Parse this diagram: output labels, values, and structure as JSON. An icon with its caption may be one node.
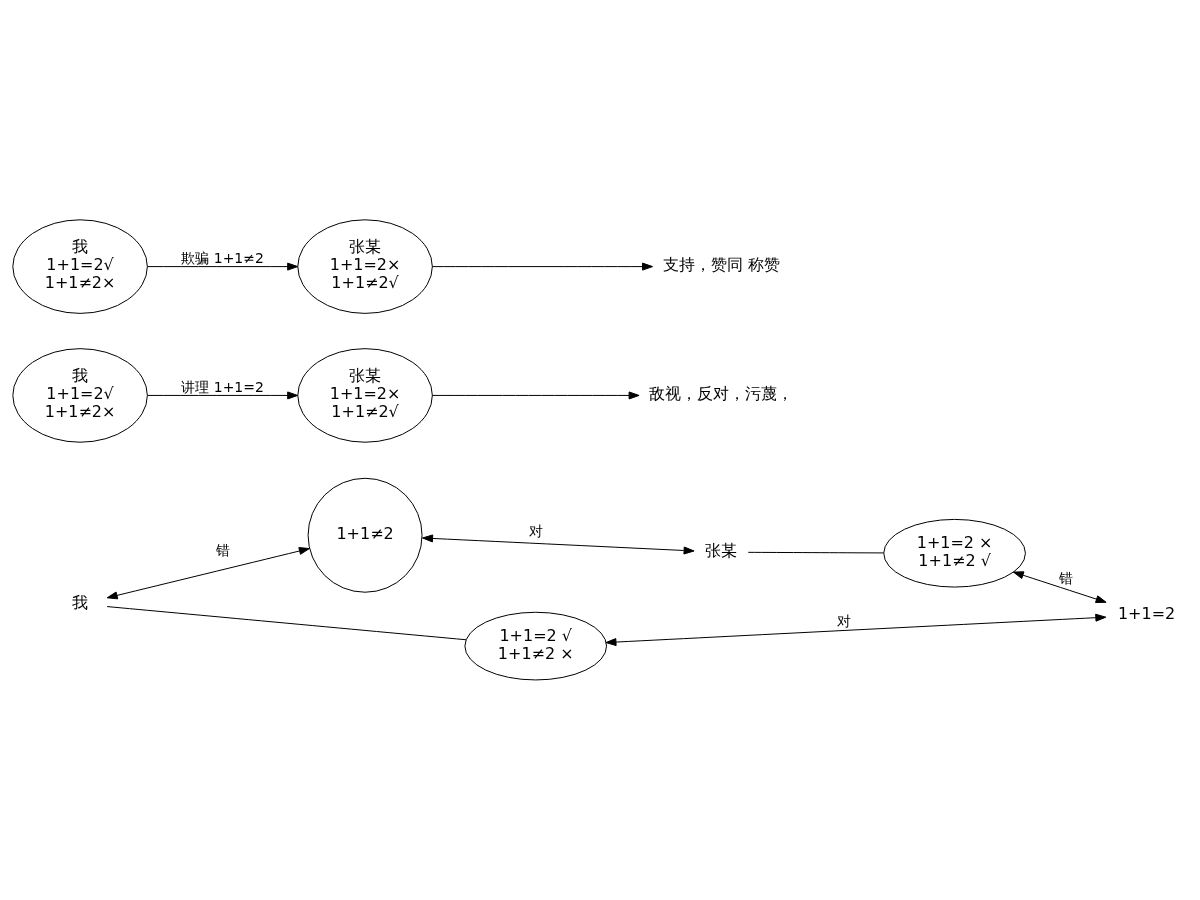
{
  "diagram": {
    "nodes": [
      {
        "text": [
          "1+1≠2"
        ]
      },
      {
        "text": [
          "我"
        ]
      },
      {
        "text": [
          "1+1=2 √",
          "1+1≠2 ×"
        ]
      },
      {
        "text": [
          "1+1=2"
        ]
      },
      {
        "text": [
          "张某"
        ]
      },
      {
        "text": [
          "1+1=2 ×",
          "1+1≠2 √"
        ]
      },
      {
        "text": [
          "我",
          "1+1=2√",
          "1+1≠2×"
        ]
      },
      {
        "text": [
          "张某",
          "1+1=2×",
          "1+1≠2√"
        ]
      },
      {
        "text": [
          "敌视，反对，污蔑，"
        ]
      },
      {
        "text": [
          "我",
          "1+1=2√",
          "1+1≠2×"
        ]
      },
      {
        "text": [
          "张某",
          "1+1=2×",
          "1+1≠2√"
        ]
      },
      {
        "text": [
          "支持，赞同 称赞"
        ]
      }
    ],
    "edges": [
      {
        "from": 1,
        "to": 0,
        "arrow": "both",
        "label": "错"
      },
      {
        "from": 0,
        "to": 4,
        "arrow": "both",
        "label": "对"
      },
      {
        "from": 1,
        "to": 2,
        "arrow": "none"
      },
      {
        "from": 4,
        "to": 5,
        "arrow": "none"
      },
      {
        "from": 2,
        "to": 3,
        "arrow": "both",
        "label": "对"
      },
      {
        "from": 5,
        "to": 3,
        "arrow": "both",
        "label": "错"
      },
      {
        "from": 6,
        "to": 7,
        "arrow": "to",
        "label": "讲理 1+1=2"
      },
      {
        "from": 7,
        "to": 8,
        "arrow": "to"
      },
      {
        "from": 9,
        "to": 10,
        "arrow": "to",
        "label": "欺骗 1+1≠2"
      },
      {
        "from": 10,
        "to": 11,
        "arrow": "to"
      }
    ]
  }
}
